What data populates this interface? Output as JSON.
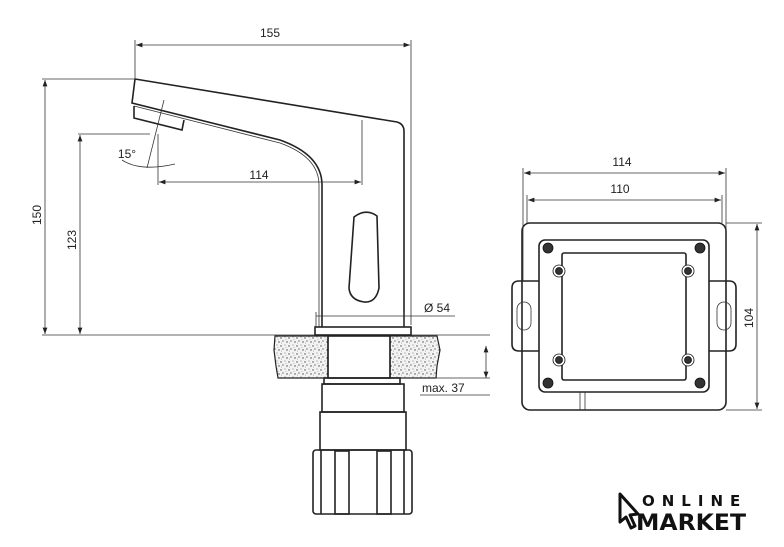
{
  "faucet_view": {
    "dim_width": "155",
    "dim_height": "150",
    "dim_spout_height": "123",
    "dim_reach": "114",
    "dim_angle": "15°",
    "dim_base_diameter": "Ø 54",
    "dim_max_thickness": "max. 37"
  },
  "control_box": {
    "dim_outer_width": "114",
    "dim_inner_width": "110",
    "dim_height": "104"
  },
  "logo": {
    "line1": "ONLINE",
    "line2": "MARKET"
  }
}
